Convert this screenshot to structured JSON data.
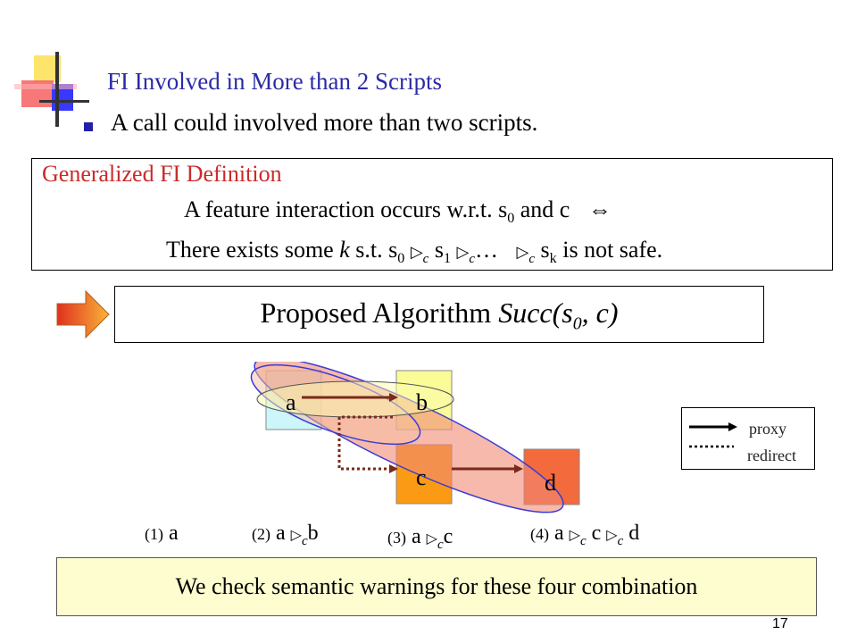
{
  "title": "FI Involved in More than 2 Scripts",
  "bullet": "A call could involved more than two scripts.",
  "definition": {
    "heading": "Generalized FI Definition",
    "line1_text": "A feature interaction occurs w.r.t. s",
    "line1_sub": "0",
    "line1_end": " and c",
    "line1_symbol": "⇔",
    "line2_pre": "There exists some ",
    "line2_k": "k",
    "line2_mid": " s.t. s",
    "sub0": "0",
    "s1": " s",
    "sub1": "1",
    "ellipsis": "…",
    "sk": " s",
    "subk": "k",
    "line2_end": " is not safe.",
    "c": "c",
    "triangle": "▷"
  },
  "algorithm": {
    "pre": "Proposed Algorithm ",
    "name": "Succ(s",
    "sub": "0",
    "post": ", c)"
  },
  "nodes": {
    "a": "a",
    "b": "b",
    "c": "c",
    "d": "d"
  },
  "legend": {
    "proxy": "proxy",
    "redirect": "redirect"
  },
  "combos": {
    "c1_num": "(1)",
    "c1_a": "a",
    "c2_num": "(2)",
    "c2_a": "a",
    "c2_b": "b",
    "c3_num": "(3)",
    "c3_a": "a",
    "c3_c": "c",
    "c4_num": "(4)",
    "c4_a": "a",
    "c4_c": "c",
    "c4_d": "d",
    "tri": "▷",
    "sub": "c"
  },
  "bottom_note": "We check semantic warnings for these four combination",
  "page_number": "17",
  "colors": {
    "title": "#2b2ba6",
    "heading_red": "#cc2a2a",
    "node_a": "#ccf6fa",
    "node_b": "#fbfb98",
    "node_c": "#fb9a14",
    "node_d": "#f36a3c",
    "ellipse_fill": "#f08a74",
    "ellipse_stroke": "#3b3bd6"
  }
}
